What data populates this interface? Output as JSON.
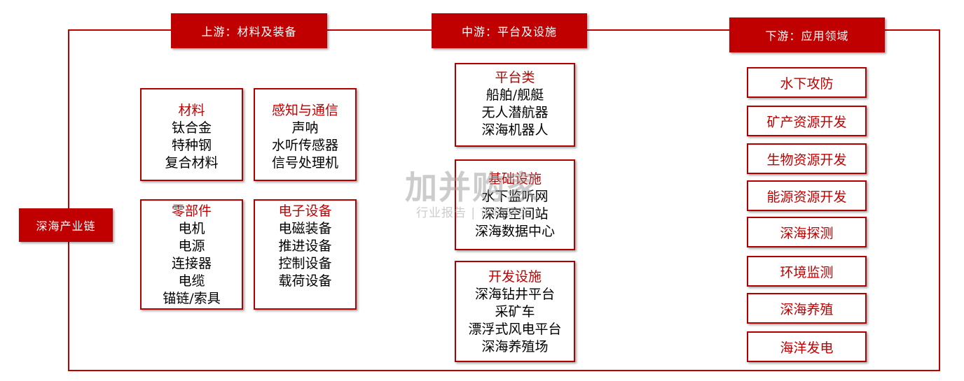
{
  "root": "深海产业链",
  "headers": {
    "upstream": "上游：材料及装备",
    "midstream": "中游：平台及设施",
    "downstream": "下游：应用领域"
  },
  "upstream": {
    "materials": {
      "title": "材料",
      "items": [
        "钛合金",
        "特种钢",
        "复合材料"
      ]
    },
    "sensing": {
      "title": "感知与通信",
      "items": [
        "声呐",
        "水听传感器",
        "信号处理机"
      ]
    },
    "parts": {
      "title": "零部件",
      "items": [
        "电机",
        "电源",
        "连接器",
        "电缆",
        "锚链/索具"
      ]
    },
    "electronics": {
      "title": "电子设备",
      "items": [
        "电磁装备",
        "推进设备",
        "控制设备",
        "载荷设备"
      ]
    }
  },
  "midstream": {
    "platforms": {
      "title": "平台类",
      "items": [
        "船舶/舰艇",
        "无人潜航器",
        "深海机器人"
      ]
    },
    "infrastructure": {
      "title": "基础设施",
      "items": [
        "水下监听网",
        "深海空间站",
        "深海数据中心"
      ]
    },
    "development": {
      "title": "开发设施",
      "items": [
        "深海钻井平台",
        "采矿车",
        "漂浮式风电平台",
        "深海养殖场"
      ]
    }
  },
  "downstream": {
    "items": [
      "水下攻防",
      "矿产资源开发",
      "生物资源开发",
      "能源资源开发",
      "深海探测",
      "环境监测",
      "深海养殖",
      "海洋发电"
    ]
  },
  "watermark": {
    "main": "加并购家",
    "sub": "行业报告 | 市场研究"
  }
}
